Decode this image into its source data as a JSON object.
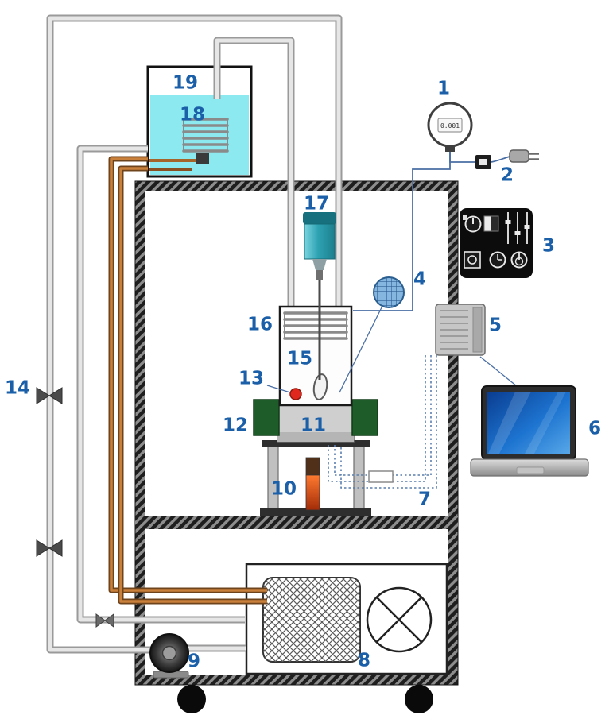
{
  "diagram": {
    "labels": [
      {
        "text": "1"
      },
      {
        "text": "2"
      },
      {
        "text": "3"
      },
      {
        "text": "4"
      },
      {
        "text": "5"
      },
      {
        "text": "6"
      },
      {
        "text": "7"
      },
      {
        "text": "8"
      },
      {
        "text": "9"
      },
      {
        "text": "10"
      },
      {
        "text": "11"
      },
      {
        "text": "12"
      },
      {
        "text": "13"
      },
      {
        "text": "14"
      },
      {
        "text": "15"
      },
      {
        "text": "16"
      },
      {
        "text": "17"
      },
      {
        "text": "18"
      },
      {
        "text": "19"
      }
    ],
    "gauge_reading": "0.001",
    "colors": {
      "label_blue": "#1a5fa8",
      "water_cyan": "#8ce9f0",
      "clamp_green": "#1e5c2a",
      "indicator_red": "#e0281e",
      "pipe_gray": "#e6e6e6",
      "pipe_orange": "#c9803a",
      "signal_blue": "#4a6fa5",
      "motor_teal": "#2ea2b2",
      "heater_orange": "#e2561e",
      "wall_dark": "#1e1e1e"
    }
  }
}
